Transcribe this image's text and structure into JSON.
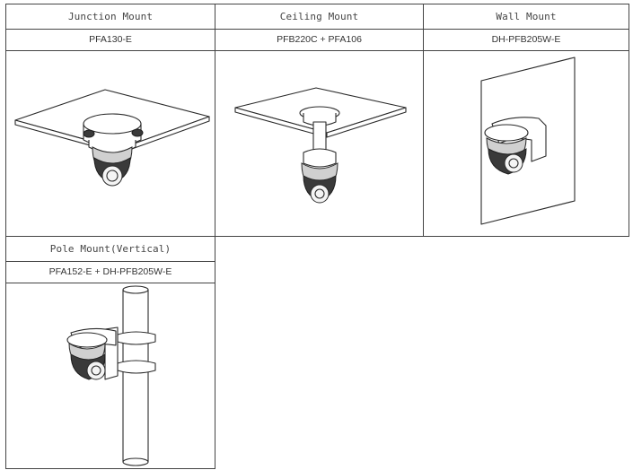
{
  "mounts": [
    {
      "title": "Junction Mount",
      "model": "PFA130-E"
    },
    {
      "title": "Ceiling Mount",
      "model": "PFB220C + PFA106"
    },
    {
      "title": "Wall Mount",
      "model": "DH-PFB205W-E"
    },
    {
      "title": "Pole Mount(Vertical)",
      "model": "PFA152-E + DH-PFB205W-E"
    }
  ]
}
